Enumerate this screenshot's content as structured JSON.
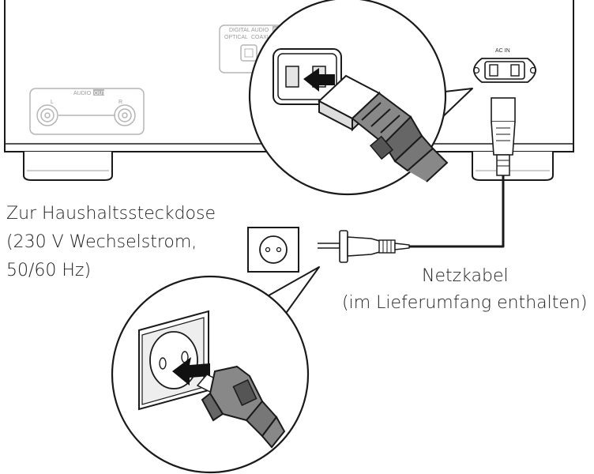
{
  "device": {
    "digital_audio_label": "DIGITAL AUDIO",
    "digital_audio_badge": "OUT",
    "optical_label": "OPTICAL",
    "coaxial_label": "COAXIAL",
    "audio_label": "AUDIO",
    "audio_badge": "OUT",
    "left_channel": "L",
    "right_channel": "R",
    "ac_in_label": "AC IN"
  },
  "labels": {
    "outlet_line1": "Zur Haushaltssteckdose",
    "outlet_line2": "(230 V Wechselstrom,",
    "outlet_line3": "50/60 Hz)",
    "cable_line1": "Netzkabel",
    "cable_line2": "(im Lieferumfang enthalten)"
  },
  "colors": {
    "line": "#1a1a1a",
    "panel_detail": "#b5b5b5",
    "plug_dark": "#555555",
    "arrow": "#111111"
  }
}
